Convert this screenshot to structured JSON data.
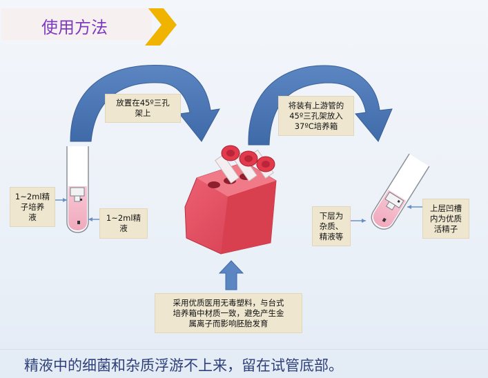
{
  "header": {
    "title": "使用方法"
  },
  "labels": {
    "arrow_left": "放置在45º三孔\n架上",
    "arrow_right": "将装有上游管的\n45º三孔架放入\n37ºC培养箱",
    "tube_left_top": "1~2ml精\n子培养\n液",
    "tube_left_bottom": "1~2ml精\n液",
    "tube_right_left": "下层为\n杂质、\n精液等",
    "tube_right_right": "上层凹槽\n内为优质\n活精子",
    "rack_note": "采用优质医用无毒塑料，与台式\n培养箱中材质一致，避免产生金\n属离子而影响胚胎发育"
  },
  "footer": {
    "text": "精液中的细菌和杂质浮游不上来，留在试管底部。"
  },
  "colors": {
    "title_text": "#7c3bbf",
    "chevron": "#f0b400",
    "arrow_blue": "#4e79b5",
    "rack_red": "#e04a5c",
    "label_bg": "#eee6cf",
    "footer_text": "#2e3f79"
  }
}
